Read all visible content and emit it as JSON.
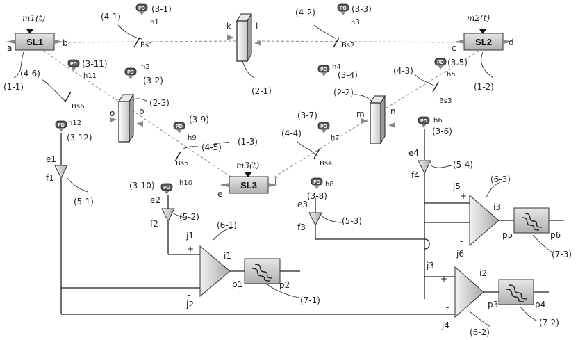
{
  "lasers": [
    {
      "name": "SL1",
      "signal": "m1(t)",
      "left_port": "a",
      "right_port": "b",
      "ref": "(1-1)"
    },
    {
      "name": "SL2",
      "signal": "m2(t)",
      "left_port": "c",
      "right_port": "d",
      "ref": "(1-2)"
    },
    {
      "name": "SL3",
      "signal": "m3(t)",
      "left_port": "e",
      "right_port": "f",
      "ref": "(1-3)"
    }
  ],
  "plates": [
    {
      "ref": "(2-1)",
      "ports": [
        "k",
        "l"
      ]
    },
    {
      "ref": "(2-2)",
      "ports": [
        "m",
        "n"
      ]
    },
    {
      "ref": "(2-3)",
      "ports": [
        "o",
        "p"
      ]
    }
  ],
  "beamsplitters": [
    {
      "name": "Bs1",
      "ref": "(4-1)"
    },
    {
      "name": "Bs2",
      "ref": "(4-2)"
    },
    {
      "name": "Bs3",
      "ref": "(4-3)"
    },
    {
      "name": "Bs4",
      "ref": "(4-4)"
    },
    {
      "name": "Bs5",
      "ref": "(4-5)"
    },
    {
      "name": "Bs6",
      "ref": "(4-6)"
    }
  ],
  "photodiodes": [
    {
      "badge": "PD",
      "name": "h1",
      "ref": "(3-1)"
    },
    {
      "badge": "PD",
      "name": "h2",
      "ref": "(3-2)"
    },
    {
      "badge": "PD",
      "name": "h3",
      "ref": "(3-3)"
    },
    {
      "badge": "PD",
      "name": "h4",
      "ref": "(3-4)"
    },
    {
      "badge": "PD",
      "name": "h5",
      "ref": "(3-5)"
    },
    {
      "badge": "PD",
      "name": "h6",
      "ref": "(3-6)"
    },
    {
      "badge": "PD",
      "name": "h7",
      "ref": "(3-7)"
    },
    {
      "badge": "PD",
      "name": "h8",
      "ref": "(3-8)"
    },
    {
      "badge": "PD",
      "name": "h9",
      "ref": "(3-9)"
    },
    {
      "badge": "PD",
      "name": "h10",
      "ref": "(3-10)"
    },
    {
      "badge": "PD",
      "name": "h11",
      "ref": "(3-11)"
    },
    {
      "badge": "PD",
      "name": "h12",
      "ref": "(3-12)"
    }
  ],
  "amplifiers": [
    {
      "in": "e1",
      "out": "f1",
      "ref": "(5-1)"
    },
    {
      "in": "e2",
      "out": "f2",
      "ref": "(5-2)"
    },
    {
      "in": "e3",
      "out": "f3",
      "ref": "(5-3)"
    },
    {
      "in": "e4",
      "out": "f4",
      "ref": "(5-4)"
    }
  ],
  "diffamps": [
    {
      "plus": "j1",
      "minus": "j2",
      "out": "i1",
      "ref": "(6-1)",
      "sign_plus": "+",
      "sign_minus": "-"
    },
    {
      "plus": "j3",
      "minus": "j4",
      "out": "i2",
      "ref": "(6-2)",
      "sign_plus": "+",
      "sign_minus": "-"
    },
    {
      "plus": "j5",
      "minus": "j6",
      "out": "i3",
      "ref": "(6-3)",
      "sign_plus": "+",
      "sign_minus": "-"
    }
  ],
  "filters": [
    {
      "in": "p1",
      "out": "p2",
      "ref": "(7-1)"
    },
    {
      "in": "p3",
      "out": "p4",
      "ref": "(7-2)"
    },
    {
      "in": "p5",
      "out": "p6",
      "ref": "(7-3)"
    }
  ]
}
